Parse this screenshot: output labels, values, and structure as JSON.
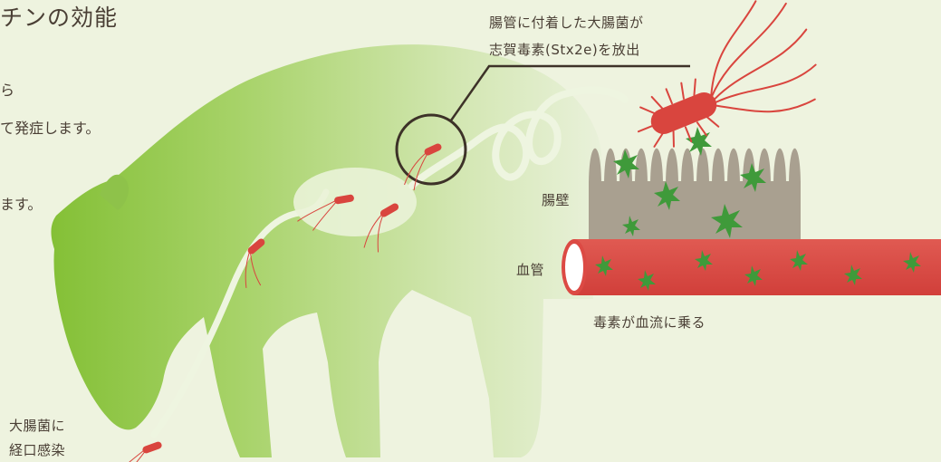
{
  "title": "チンの効能",
  "intro_lines": [
    "ら",
    "て発症します。",
    "ます。"
  ],
  "labels": {
    "attached_line1": "腸管に付着した大腸菌が",
    "attached_line2": "志賀毒素(Stx2e)を放出",
    "intestinal_wall": "腸壁",
    "blood_vessel": "血管",
    "toxin_bloodflow": "毒素が血流に乗る",
    "oral_infection_line1": "大腸菌に",
    "oral_infection_line2": "経口感染"
  },
  "colors": {
    "background": "#eef3df",
    "pig_dark": "#8bc34a",
    "pig_light": "#e9f1da",
    "bacteria": "#d9453e",
    "toxin": "#3f9a3a",
    "vessel": "#dc4a44",
    "wall": "#a9a090",
    "text": "#4a3f35"
  }
}
